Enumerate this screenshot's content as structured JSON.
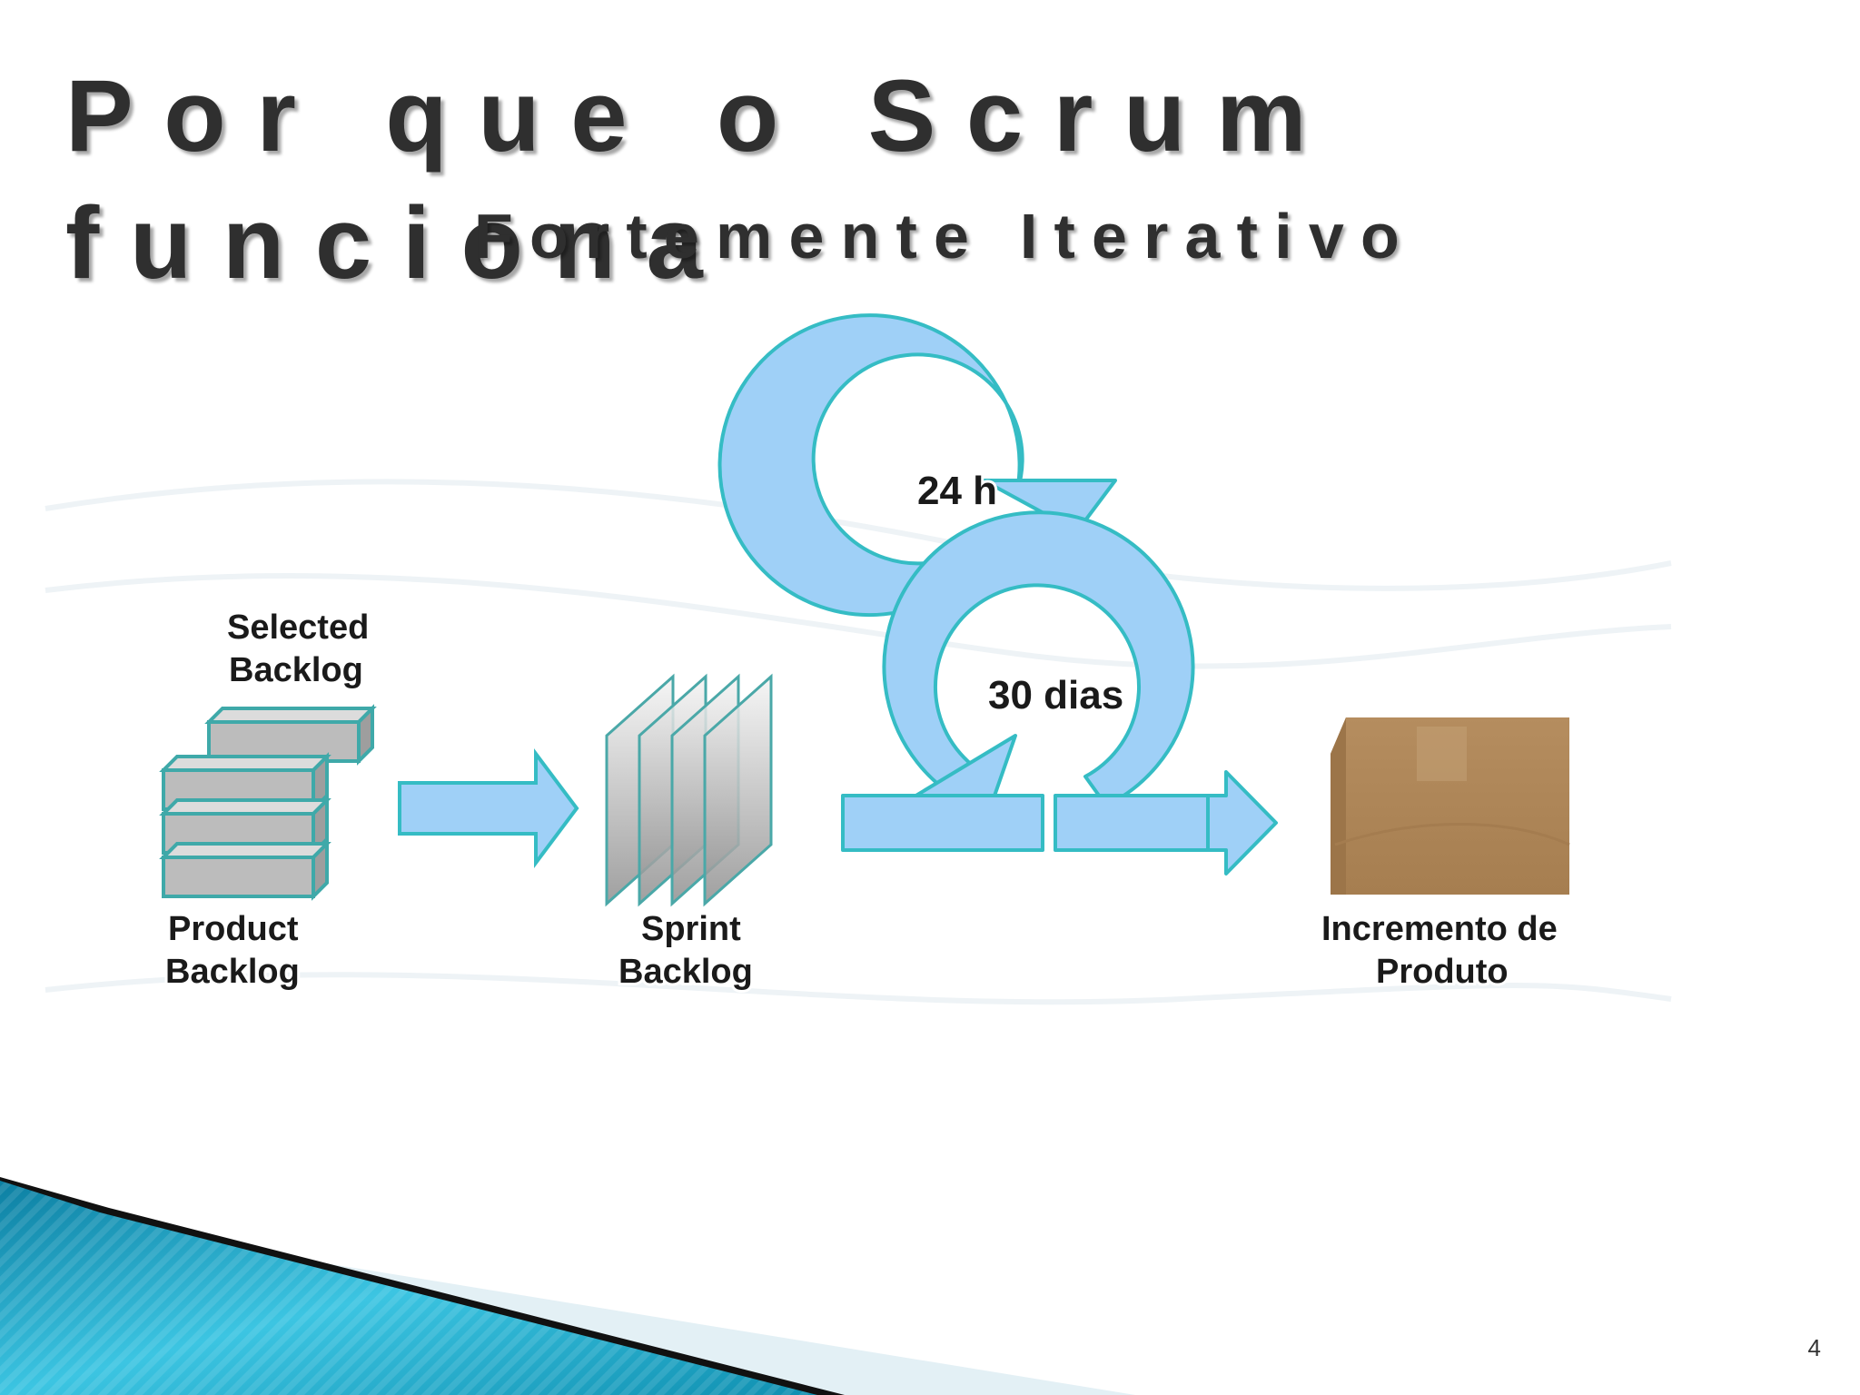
{
  "slide": {
    "title_line1": "Por que o Scrum",
    "title_line2": "funciona",
    "subtitle": "Fortemente Iterativo",
    "page_number": "4"
  },
  "diagram": {
    "selected_backlog": [
      "Selected",
      "Backlog"
    ],
    "product_backlog": [
      "Product",
      "Backlog"
    ],
    "sprint_backlog": [
      "Sprint",
      "Backlog"
    ],
    "daily_cycle": "24 h",
    "sprint_cycle": "30 dias",
    "product_increment": [
      "Incremento de",
      "Produto"
    ]
  },
  "colors": {
    "cycle_fill": "#9fd0f7",
    "cycle_stroke": "#35bcc4",
    "box_fill": "#b38a5b",
    "backlog_fill": "#bcbcbc",
    "title_text": "#2f2f2f",
    "corner_accent": "#1aa9c9"
  }
}
